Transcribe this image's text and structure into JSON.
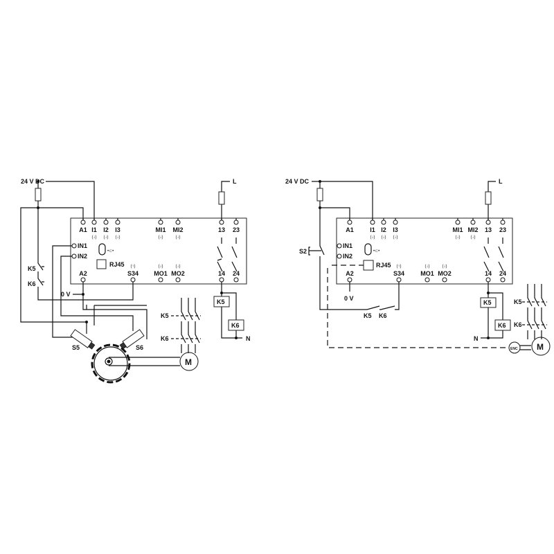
{
  "left": {
    "supply": "24 V DC",
    "line": "L",
    "neutral": "N",
    "zero": "0 V",
    "terminals_top": [
      "A1",
      "I1",
      "I2",
      "I3",
      "MI1",
      "MI2",
      "13",
      "23"
    ],
    "arrows_top": [
      "",
      "(↓)",
      "(↓)",
      "(↓)",
      "(↓)",
      "(↓)",
      "",
      ""
    ],
    "terminals_bottom": [
      "A2",
      "S34",
      "MO1",
      "MO2",
      "14",
      "24"
    ],
    "arrows_bottom": [
      "",
      "(↑)",
      "(↓)",
      "(↓)",
      "",
      ""
    ],
    "in1": "IN1",
    "in2": "IN2",
    "rj45": "RJ45",
    "relay_k5": "K5",
    "relay_k6": "K6",
    "feedback_k5": "K5",
    "feedback_k6": "K6",
    "contactor_k5": "K5",
    "contactor_k6": "K6",
    "sensor_s5": "S5",
    "sensor_s6": "S6",
    "motor": "M"
  },
  "right": {
    "supply": "24 V DC",
    "line": "L",
    "neutral": "N",
    "zero": "0 V",
    "terminals_top": [
      "A1",
      "I1",
      "I2",
      "I3",
      "MI1",
      "MI2",
      "13",
      "23"
    ],
    "arrows_top": [
      "",
      "(↓)",
      "(↓)",
      "(↓)",
      "(↓)",
      "(↓)",
      "",
      ""
    ],
    "terminals_bottom": [
      "A2",
      "S34",
      "MO1",
      "MO2",
      "14",
      "24"
    ],
    "arrows_bottom": [
      "",
      "(↑)",
      "(↓)",
      "(↓)",
      "",
      ""
    ],
    "in1": "IN1",
    "in2": "IN2",
    "rj45": "RJ45",
    "relay_k5": "K5",
    "relay_k6": "K6",
    "feedback_k5": "K5",
    "feedback_k6": "K6",
    "contactor_k5": "K5",
    "contactor_k6": "K6",
    "switch_s2": "S2",
    "encoder": "ENC",
    "motor": "M"
  }
}
